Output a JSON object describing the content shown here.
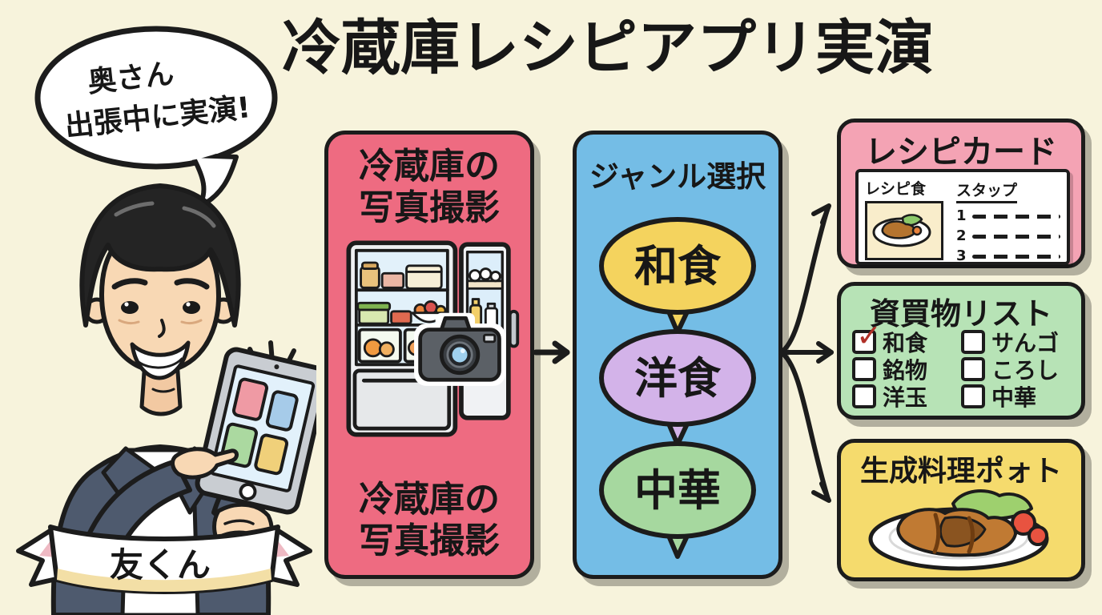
{
  "header": {
    "title": "冷蔵庫レシピアプリ実演"
  },
  "speech_bubble": {
    "line1": "奥さん",
    "line2": "出張中に実演!"
  },
  "character": {
    "banner": "友くん"
  },
  "steps": {
    "photo": {
      "heading_line1": "冷蔵庫の",
      "heading_line2": "写真撮影",
      "footer_line1": "冷蔵庫の",
      "footer_line2": "写真撮影"
    },
    "genre": {
      "heading": "ジャンル選択",
      "options": [
        {
          "label": "和食"
        },
        {
          "label": "洋食"
        },
        {
          "label": "中華"
        }
      ]
    }
  },
  "outputs": {
    "recipe_card": {
      "heading": "レシピカード",
      "card_title": "レシピ食",
      "steps_label": "スタップ",
      "step_numbers": [
        "1",
        "2",
        "3"
      ]
    },
    "shopping_list": {
      "heading": "資買物リスト",
      "items": [
        {
          "label": "和食",
          "checked": true
        },
        {
          "label": "銘物",
          "checked": false
        },
        {
          "label": "洋玉",
          "checked": false
        },
        {
          "label": "サんゴ",
          "checked": false
        },
        {
          "label": "ころし",
          "checked": false
        },
        {
          "label": "中華",
          "checked": false
        }
      ]
    },
    "dish_photo": {
      "heading": "生成料理ポォト"
    }
  },
  "icons": {
    "check_glyph": "✓"
  },
  "colors": {
    "background": "#f7f3dc",
    "photo_box": "#ee6b81",
    "genre_box": "#74bde6",
    "genre_washoku": "#f4d35e",
    "genre_yoshoku": "#d3b3e9",
    "genre_chuka": "#a6d89f",
    "recipe_box": "#f4a3b4",
    "list_box": "#b7e3b6",
    "dish_box": "#f5db6d",
    "check": "#b03028",
    "tile_red": "#ef9aa4",
    "tile_blue": "#a6cbe9",
    "tile_green": "#abd9a0",
    "tile_yellow": "#f0d07a"
  }
}
